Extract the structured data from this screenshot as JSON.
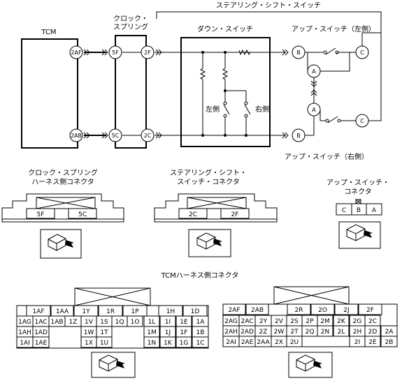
{
  "diagram": {
    "steering_shift_switch_title": "ステアリング・シフト・スイッチ",
    "clock_spring_title_1": "クロック・",
    "clock_spring_title_2": "スプリング",
    "down_switch_title": "ダウン・スイッチ",
    "up_switch_left_title": "アップ・スイッチ（左側）",
    "up_switch_right_title": "アップ・スイッチ（右側）",
    "tcm_title": "TCM",
    "left_side_label": "左側",
    "right_side_label": "右側",
    "terminals": {
      "tcm_top": "2AF",
      "tcm_bottom": "2AB",
      "clock_top_left": "5F",
      "clock_bottom_left": "5C",
      "clock_top_right": "2F",
      "clock_bottom_right": "2C",
      "up_left_b": "B",
      "up_left_c": "C",
      "up_left_a": "A",
      "up_right_a": "A",
      "up_right_b": "B",
      "up_right_c": "C"
    }
  },
  "connectors": {
    "clock_spring": {
      "title_1": "クロック・スプリング",
      "title_2": "ハーネス側コネクタ",
      "pins": [
        "5F",
        "5C"
      ]
    },
    "steering_shift": {
      "title_1": "ステアリング・シフト・",
      "title_2": "スイッチ・コネクタ",
      "pins": [
        "2C",
        "2F"
      ]
    },
    "up_switch": {
      "title_1": "アップ・スイッチ・",
      "title_2": "コネクタ",
      "pins": [
        "C",
        "B",
        "A"
      ]
    },
    "tcm_harness": {
      "title": "TCMハーネス側コネクタ",
      "left_rows": [
        [
          "1AF",
          "1AA",
          "1Y",
          "1R",
          "1P",
          "1H",
          "1D"
        ],
        [
          "1AG",
          "1AC",
          "1AB",
          "1Z",
          "1V",
          "1S",
          "1Q",
          "1O",
          "1L",
          "1I",
          "1E",
          "1A"
        ],
        [
          "1AH",
          "1AD",
          "1W",
          "1T",
          "1M",
          "1J",
          "1F",
          "1B"
        ],
        [
          "1AI",
          "1AE",
          "1X",
          "1U",
          "1N",
          "1K",
          "1G",
          "1C"
        ]
      ],
      "right_rows": [
        [
          "2AF",
          "2AB",
          "2R",
          "2O",
          "2J",
          "2F"
        ],
        [
          "2AG",
          "2AC",
          "2Y",
          "2V",
          "2S",
          "2P",
          "2M",
          "2K",
          "2G",
          "2C"
        ],
        [
          "2AH",
          "2AD",
          "2Z",
          "2W",
          "2T",
          "2Q",
          "2N",
          "2L",
          "2H",
          "2D",
          "2A"
        ],
        [
          "2AI",
          "2AE",
          "2AA",
          "2X",
          "2U",
          "2I",
          "2E",
          "2B"
        ]
      ]
    }
  }
}
